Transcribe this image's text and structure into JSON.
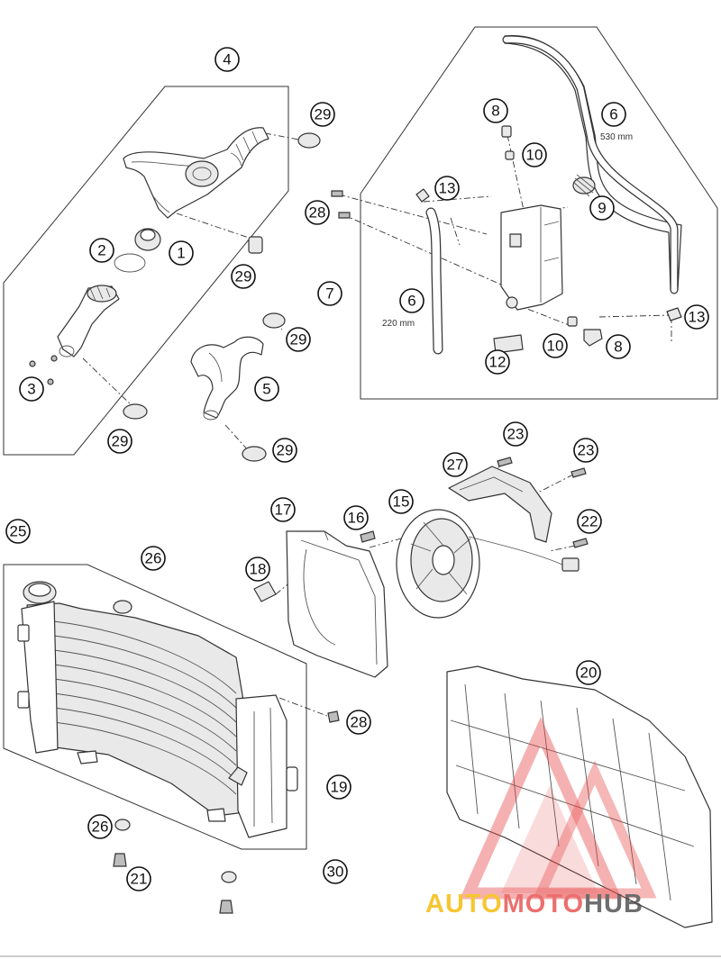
{
  "callouts": [
    {
      "id": "c1",
      "label": "1"
    },
    {
      "id": "c2",
      "label": "2"
    },
    {
      "id": "c3",
      "label": "3"
    },
    {
      "id": "c4",
      "label": "4"
    },
    {
      "id": "c5",
      "label": "5"
    },
    {
      "id": "c6a",
      "label": "6"
    },
    {
      "id": "c6b",
      "label": "6"
    },
    {
      "id": "c7",
      "label": "7"
    },
    {
      "id": "c8a",
      "label": "8"
    },
    {
      "id": "c8b",
      "label": "8"
    },
    {
      "id": "c9",
      "label": "9"
    },
    {
      "id": "c10a",
      "label": "10"
    },
    {
      "id": "c10b",
      "label": "10"
    },
    {
      "id": "c12",
      "label": "12"
    },
    {
      "id": "c13a",
      "label": "13"
    },
    {
      "id": "c13b",
      "label": "13"
    },
    {
      "id": "c15",
      "label": "15"
    },
    {
      "id": "c16",
      "label": "16"
    },
    {
      "id": "c17",
      "label": "17"
    },
    {
      "id": "c18",
      "label": "18"
    },
    {
      "id": "c19",
      "label": "19"
    },
    {
      "id": "c20",
      "label": "20"
    },
    {
      "id": "c21",
      "label": "21"
    },
    {
      "id": "c22",
      "label": "22"
    },
    {
      "id": "c23a",
      "label": "23"
    },
    {
      "id": "c23b",
      "label": "23"
    },
    {
      "id": "c25",
      "label": "25"
    },
    {
      "id": "c26a",
      "label": "26"
    },
    {
      "id": "c26b",
      "label": "26"
    },
    {
      "id": "c27",
      "label": "27"
    },
    {
      "id": "c28a",
      "label": "28"
    },
    {
      "id": "c28b",
      "label": "28"
    },
    {
      "id": "c29a",
      "label": "29"
    },
    {
      "id": "c29b",
      "label": "29"
    },
    {
      "id": "c29c",
      "label": "29"
    },
    {
      "id": "c29d",
      "label": "29"
    },
    {
      "id": "c29e",
      "label": "29"
    },
    {
      "id": "c30",
      "label": "30"
    }
  ],
  "dimensions": {
    "hose_long": "530 mm",
    "hose_short": "220 mm"
  },
  "watermark": {
    "part1": "AUTO",
    "part2": "MOTO",
    "part3": "HUB",
    "color_auto": "#f5b800",
    "color_moto": "#e84c4c",
    "color_hub": "#4a4a4a"
  }
}
